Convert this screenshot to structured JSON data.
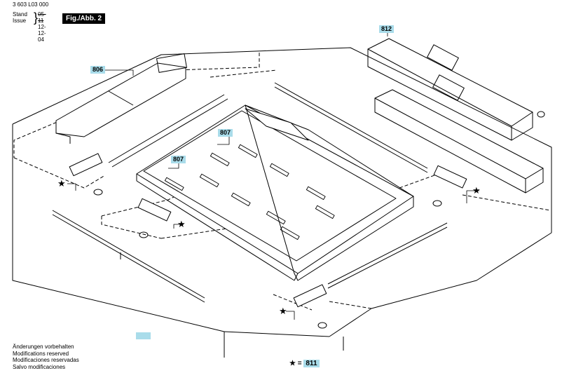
{
  "header": {
    "doc_number": "3 603 L03 000",
    "stand_label": "Stand",
    "issue_label": "Issue",
    "stand_date": "05-11",
    "issue_date": "12-12-04",
    "figure_badge": "Fig./Abb. 2"
  },
  "part_labels": {
    "p812": "812",
    "p806": "806",
    "p807a": "807",
    "p807b": "807"
  },
  "disclaimer": [
    "Änderungen vorbehalten",
    "Modifications reserved",
    "Modificaciones reservadas",
    "Salvo modificaciones"
  ],
  "legend": {
    "symbol": "★",
    "equals": "=",
    "part": "811"
  },
  "stars": [
    "★",
    "★",
    "★",
    "★"
  ],
  "colors": {
    "label_highlight": "#a9dcea",
    "line": "#000000"
  }
}
